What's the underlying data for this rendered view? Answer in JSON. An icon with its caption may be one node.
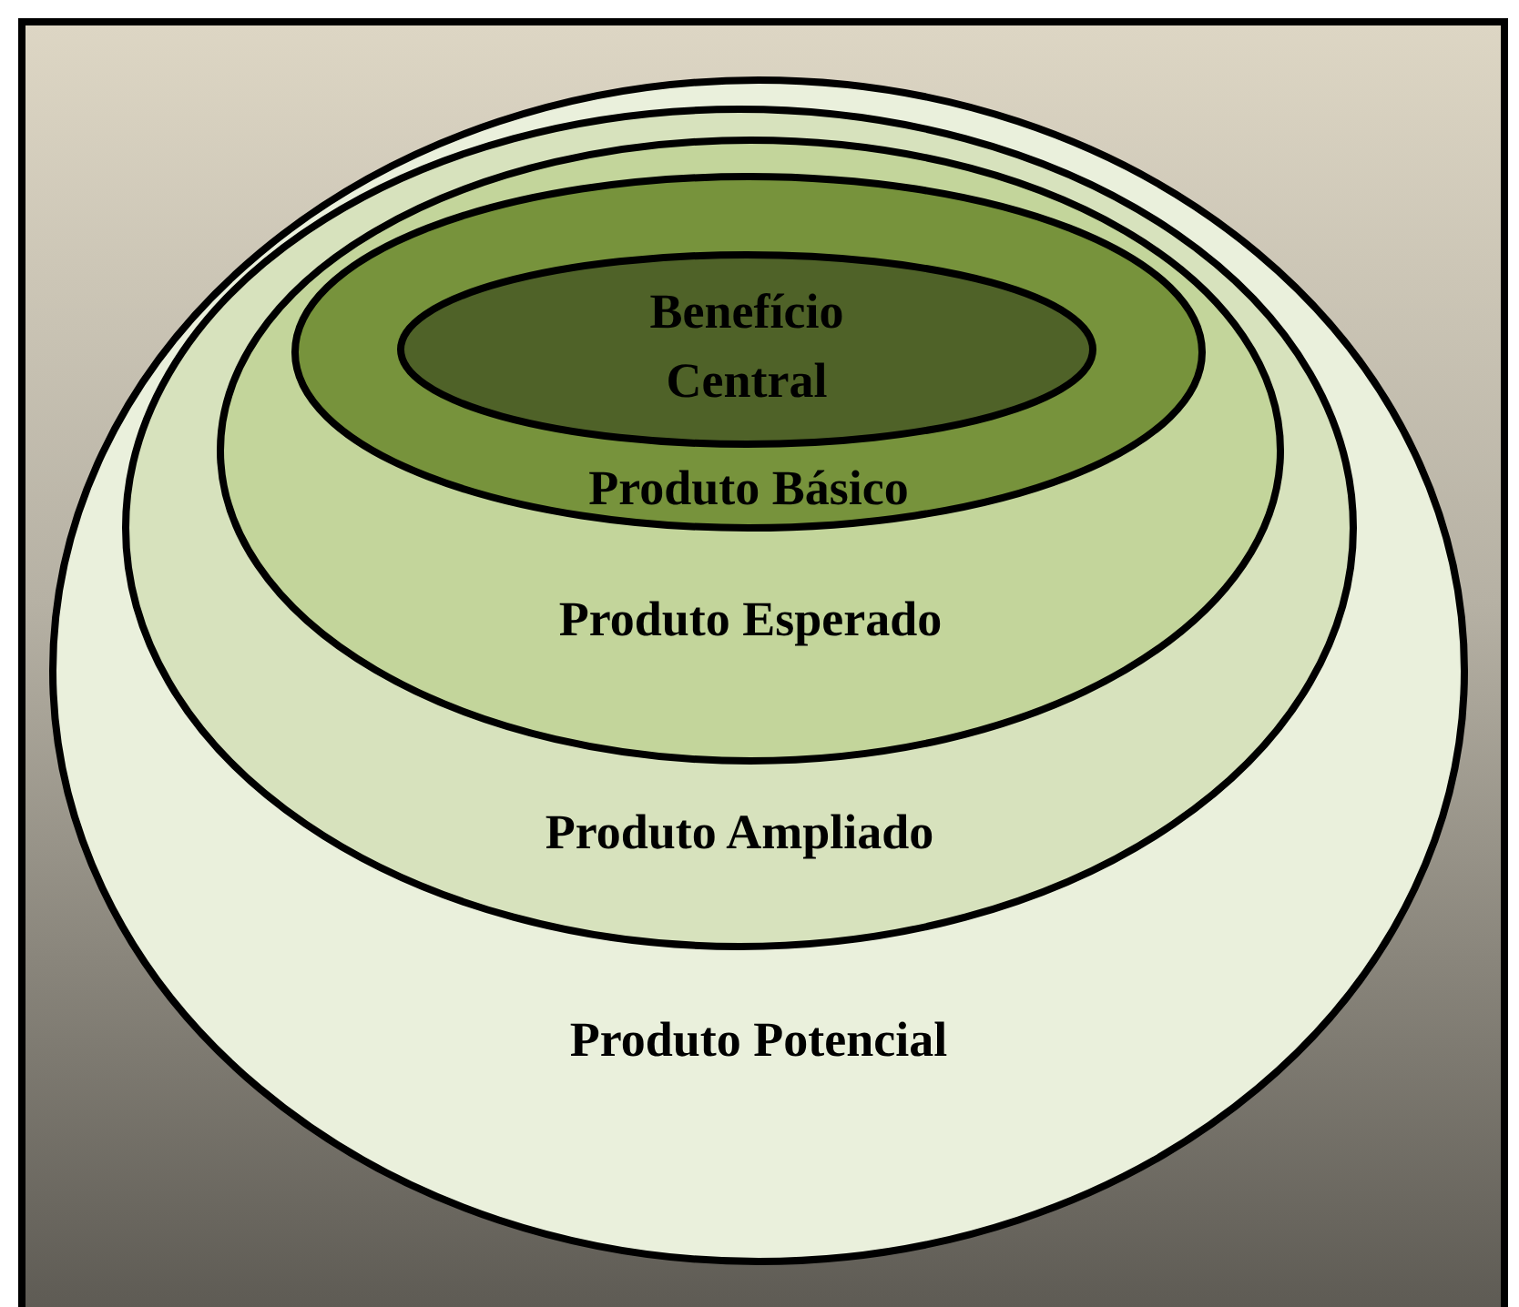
{
  "diagram": {
    "nodes": [
      {
        "text": [
          "Produto Potencial"
        ]
      },
      {
        "text": [
          "Produto Ampliado"
        ],
        "in": 0
      },
      {
        "text": [
          "Produto Esperado"
        ],
        "in": 1
      },
      {
        "text": [
          "Produto Básico"
        ],
        "in": 2
      },
      {
        "text": [
          "Benefício Central"
        ],
        "in": 3
      }
    ]
  }
}
